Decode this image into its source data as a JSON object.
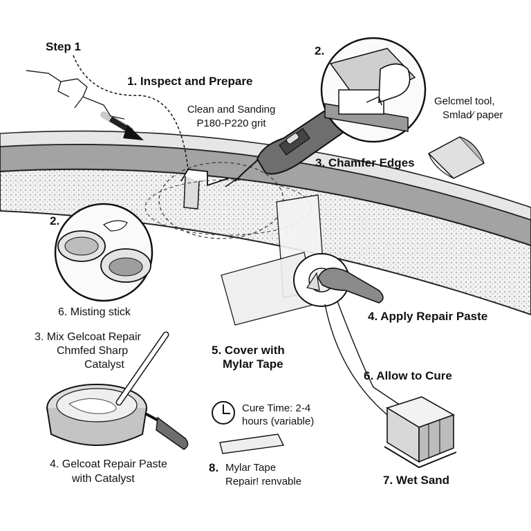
{
  "labels": {
    "step1": "Step 1",
    "inspect": "1. Inspect and Prepare",
    "clean_line1": "Clean and Sanding",
    "clean_line2": "P180-P220 grit",
    "step2_top": "2.",
    "gelcoat_tool_line1": "Gelcmel tool,",
    "gelcoat_tool_line2": "Smlad⁄ paper",
    "chamfer": "3. Chamfer Edges",
    "step2_left": "2.",
    "misting": "6. Misting stick",
    "apply_paste": "4. Apply Repair Paste",
    "mix_line1": "3. Mix Gelcoat Repair",
    "mix_line2": "Chmfed Sharp",
    "mix_line3": "Catalyst",
    "cover_line1": "5. Cover with",
    "cover_line2": "Mylar Tape",
    "cure": "6. Allow to Cure",
    "cure_time_line1": "Cure Time: 2-4",
    "cure_time_line2": "hours (variable)",
    "gelcoat_paste_line1": "4. Gelcoat Repair Paste",
    "gelcoat_paste_line2": "with Catalyst",
    "mylar_line1": "Mylar Tape",
    "mylar_line2": "Repair! renvable",
    "mylar_num": "8.",
    "wet_sand": "7. Wet Sand"
  },
  "icons": [
    "crack-icon",
    "arrow-icon",
    "sander-tool-icon",
    "magnifier-icon",
    "sandpaper-icon",
    "mixing-bowls-icon",
    "tape-roll-icon",
    "spatula-icon",
    "paste-bowl-icon",
    "stirring-stick-icon",
    "clock-icon",
    "mylar-strip-icon",
    "sanding-block-icon"
  ],
  "colors": {
    "ink": "#111111",
    "hull": "#a3a3a3",
    "core": "#f1f1f1",
    "tool": "#6e6e6e"
  }
}
